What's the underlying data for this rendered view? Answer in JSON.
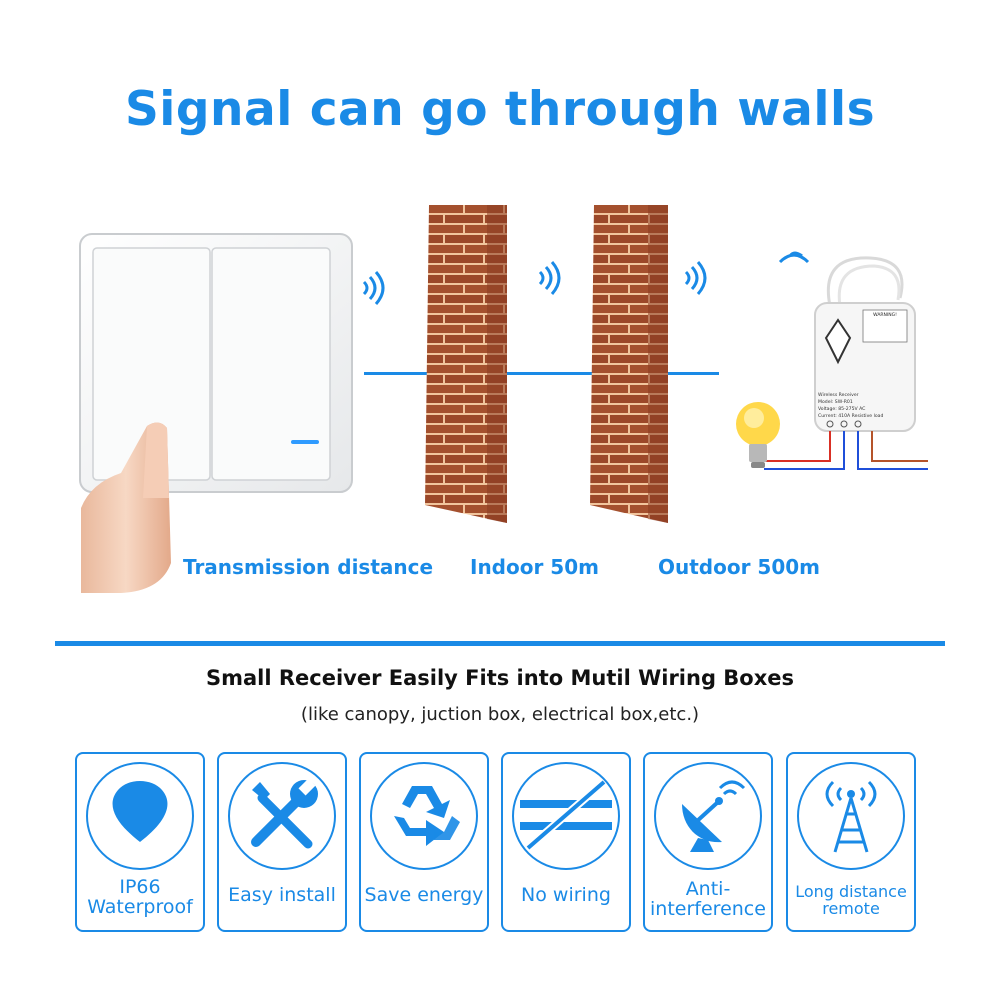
{
  "headline": "Signal can go through walls",
  "captions": {
    "transmission": "Transmission distance",
    "indoor": "Indoor 50m",
    "outdoor": "Outdoor 500m"
  },
  "receiver_box": {
    "warning": "WARNING!",
    "lines": [
      "Wireless Receiver",
      "Model: SW-R01",
      "Voltage: 85-275V AC",
      "Current: 410A Resistive load"
    ]
  },
  "subheading": "Small Receiver Easily Fits into Mutil Wiring Boxes",
  "subnote": "(like canopy, juction box, electrical box,etc.)",
  "features": [
    {
      "icon": "waterdrop-icon",
      "lines": [
        "IP66",
        "Waterproof"
      ]
    },
    {
      "icon": "tools-icon",
      "lines": [
        "Easy install"
      ]
    },
    {
      "icon": "recycle-icon",
      "lines": [
        "Save energy"
      ]
    },
    {
      "icon": "no-wiring-icon",
      "lines": [
        "No wiring"
      ]
    },
    {
      "icon": "satellite-dish-icon",
      "lines": [
        "Anti-",
        "interference"
      ]
    },
    {
      "icon": "signal-tower-icon",
      "lines": [
        "Long distance",
        "remote"
      ]
    }
  ],
  "colors": {
    "accent": "#1a8ae6",
    "brick": "#a4502e",
    "mortar": "#f1c59d"
  }
}
